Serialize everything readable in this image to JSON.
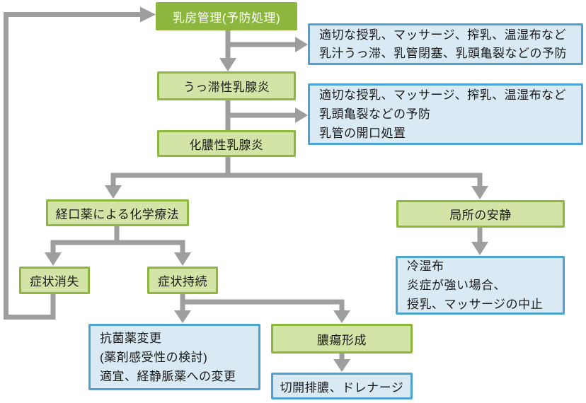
{
  "flowchart": {
    "nodes": {
      "management": "乳房管理(予防処理)",
      "stasis_mastitis": "うっ滞性乳腺炎",
      "suppurative_mastitis": "化膿性乳腺炎",
      "oral_chemotherapy": "経口薬による化学療法",
      "local_rest": "局所の安静",
      "symptoms_resolved": "症状消失",
      "symptoms_persist": "症状持続",
      "abscess_formation": "膿瘍形成",
      "incision_drainage": "切開排膿、ドレナージ"
    },
    "notes": {
      "prevention_initial": {
        "lines": [
          "適切な授乳、マッサージ、搾乳、温湿布など",
          "乳汁うっ滞、乳管閉塞、乳頭亀裂などの予防"
        ]
      },
      "prevention_stasis": {
        "lines": [
          "適切な授乳、マッサージ、搾乳、温湿布など",
          "乳頭亀裂などの予防",
          "乳管の開口処置"
        ]
      },
      "cold_compress": {
        "lines": [
          "冷湿布",
          "炎症が強い場合、",
          "授乳、マッサージの中止"
        ]
      },
      "antibiotic_change": {
        "lines": [
          "抗菌薬変更",
          "(薬剤感受性の検討)",
          "適宜、経静脈薬への変更"
        ]
      }
    },
    "colors": {
      "header_green": "#8CB63E",
      "node_green_fill": "#D3E5A6",
      "node_green_border": "#8CB63E",
      "note_blue_fill": "#D9EAF4",
      "note_blue_border": "#4DA2CF",
      "arrow_gray": "#9E9E9E",
      "text": "#1A1A1A",
      "header_text": "#FFFFFF"
    }
  }
}
